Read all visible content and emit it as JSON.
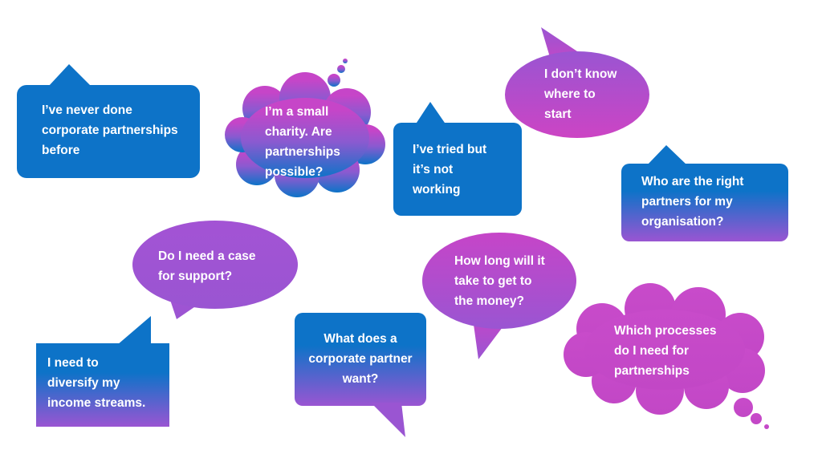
{
  "colors": {
    "blue": "#0d73c8",
    "purple": "#9a55d2",
    "magenta": "#c645c8",
    "text": "#ffffff"
  },
  "bubbles": [
    {
      "kind": "rect-callout",
      "fill": "blue",
      "lines": [
        "I’ve never done",
        "corporate partnerships",
        "before"
      ]
    },
    {
      "kind": "cloud",
      "fill": "magenta-to-blue",
      "lines": [
        "I’m a small",
        "charity. Are",
        "partnerships",
        "possible?"
      ]
    },
    {
      "kind": "rect-callout",
      "fill": "blue",
      "lines": [
        "I’ve tried but",
        "it’s not",
        "working"
      ]
    },
    {
      "kind": "oval",
      "fill": "purple-to-magenta",
      "lines": [
        "I don’t know",
        "where to",
        "start"
      ]
    },
    {
      "kind": "rect-callout",
      "fill": "blue-to-purple",
      "lines": [
        "Who are the right",
        "partners for my",
        "organisation?"
      ]
    },
    {
      "kind": "oval",
      "fill": "purple",
      "lines": [
        "Do I need a case",
        "for support?"
      ]
    },
    {
      "kind": "rect-callout",
      "fill": "blue-to-purple",
      "lines": [
        "I need to",
        "diversify my",
        "income streams."
      ]
    },
    {
      "kind": "rect-callout",
      "fill": "blue-to-purple",
      "lines": [
        "What does a",
        "corporate partner",
        "want?"
      ]
    },
    {
      "kind": "oval",
      "fill": "magenta-to-purple",
      "lines": [
        "How long will it",
        "take to get to",
        "the money?"
      ]
    },
    {
      "kind": "cloud",
      "fill": "magenta",
      "lines": [
        "Which processes",
        "do I need for",
        "partnerships"
      ]
    }
  ]
}
